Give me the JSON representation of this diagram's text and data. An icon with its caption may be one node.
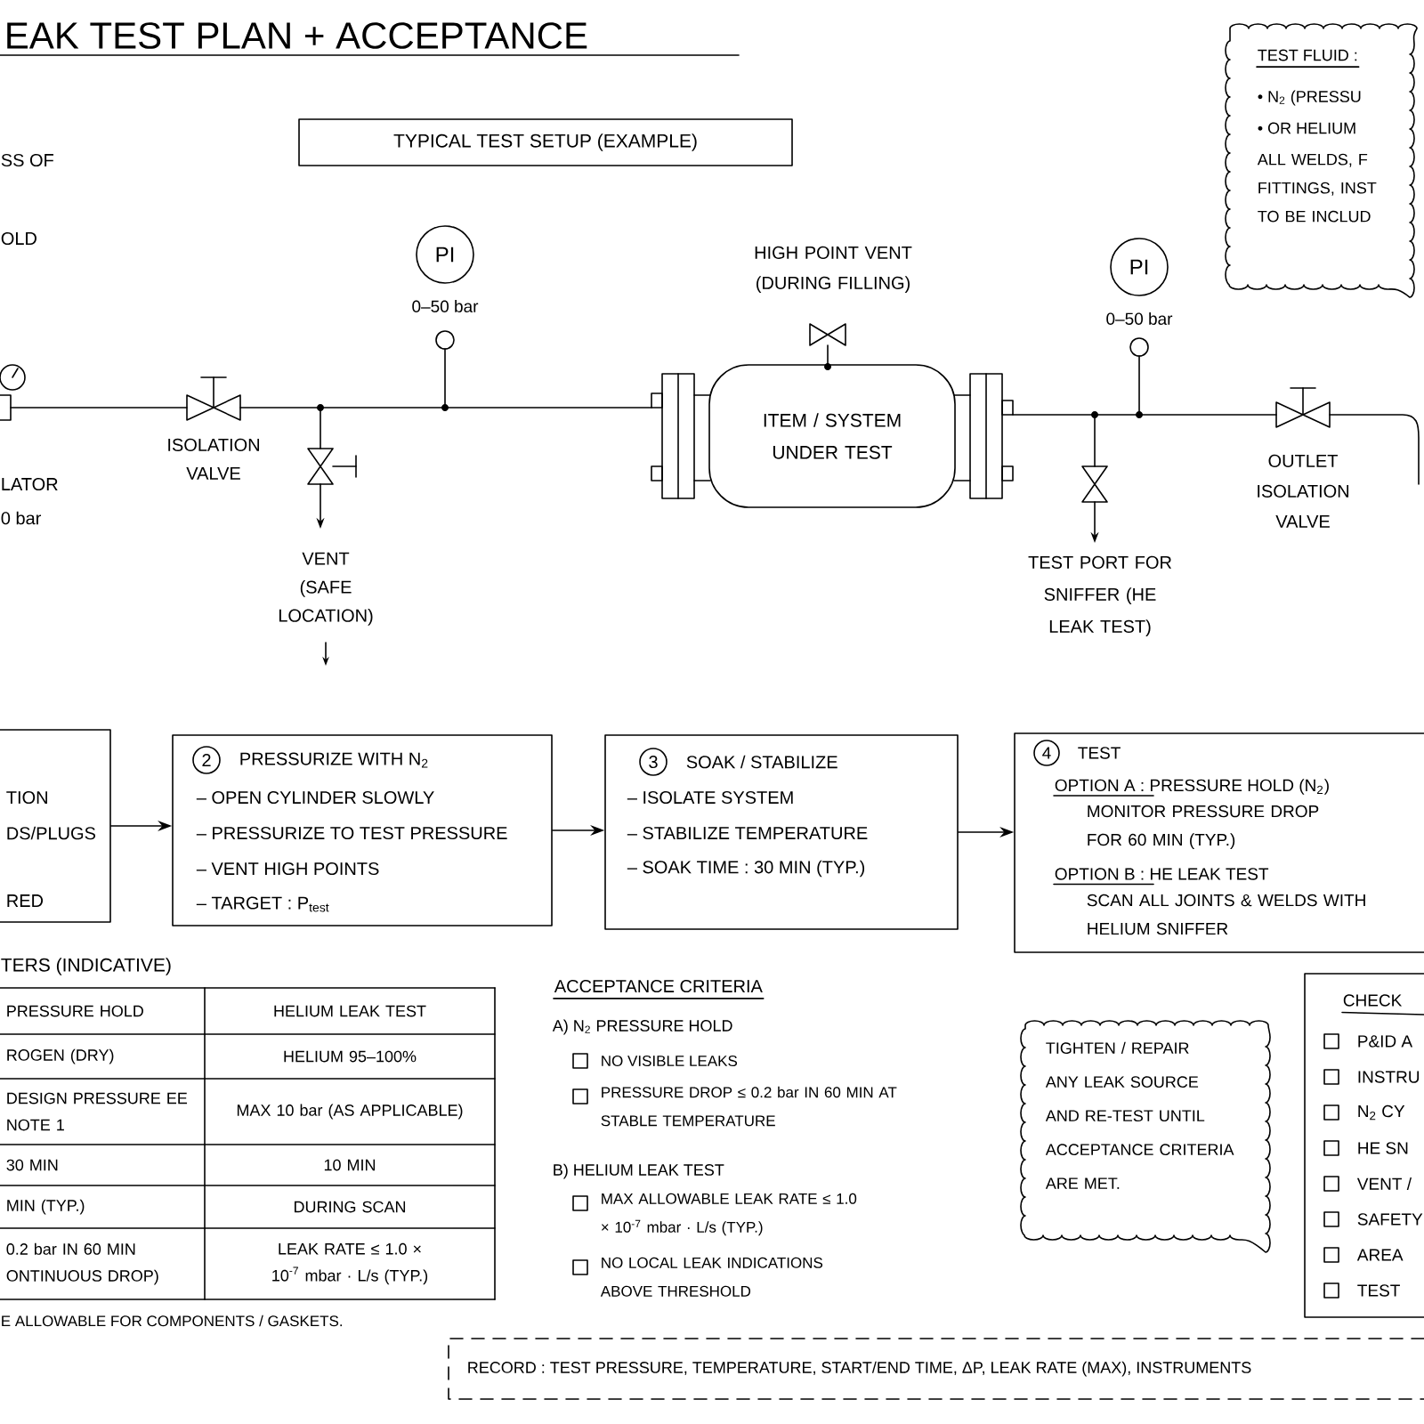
{
  "diagram": {
    "title": "EAK TEST PLAN + ACCEPTANCE",
    "nodes": [
      {
        "text": [
          "TYPICAL TEST SETUP (EXAMPLE)"
        ]
      },
      {
        "text": [
          "PI"
        ],
        "beside": [
          "0–50 bar"
        ]
      },
      {
        "text": [
          "ITEM / SYSTEM UNDER TEST"
        ]
      },
      {
        "text": [
          "PI"
        ],
        "beside": [
          "0–50 bar"
        ]
      },
      {
        "text": [
          "TEST FLUID :",
          "• N$_{2}$ (PRESSU",
          "• OR HELIUM",
          "ALL WELDS, F FITTINGS, INST TO BE INCLUD"
        ]
      },
      {
        "text": [
          "TION",
          "DS/PLUGS",
          "RED"
        ]
      },
      {
        "text": [
          "2",
          "PRESSURIZE WITH N$_{2}$",
          "– OPEN CYLINDER SLOWLY",
          "– PRESSURIZE TO TEST PRESSURE",
          "– VENT HIGH POINTS",
          "– TARGET :  P$_{test}$"
        ]
      },
      {
        "text": [
          "3",
          "SOAK / STABILIZE",
          "– ISOLATE SYSTEM",
          "– STABILIZE TEMPERATURE",
          "– SOAK TIME :  30 MIN (TYP.)"
        ]
      },
      {
        "text": [
          "4",
          "TEST",
          "OPTION A : PRESSURE HOLD (N$_{2}$)",
          "MONITOR PRESSURE DROP FOR 60 MIN (TYP.)",
          "OPTION B :  HE LEAK TEST",
          "SCAN ALL JOINTS & WELDS WITH HELIUM SNIFFER"
        ]
      },
      {
        "text": [
          "TIGHTEN / REPAIR ANY LEAK SOURCE AND RE-TEST UNTIL ACCEPTANCE CRITERIA ARE MET."
        ]
      },
      {
        "text": [
          "CHECK",
          "P&ID A",
          "INSTRU",
          "N$_{2}$ CY",
          "HE SN",
          "VENT /",
          "SAFETY",
          "AREA",
          "TEST"
        ]
      },
      {
        "text": [
          "RECORD :  TEST PRESSURE, TEMPERATURE, START/END TIME, ΔP, LEAK RATE (MAX), INSTRUMENTS"
        ]
      }
    ],
    "edges": [
      {
        "from": 5,
        "to": 6,
        "arrow": "to"
      },
      {
        "from": 6,
        "to": 7,
        "arrow": "to"
      },
      {
        "from": 7,
        "to": 8,
        "arrow": "to"
      }
    ],
    "labels": [
      "SS OF",
      "OLD",
      "LATOR",
      "0 bar",
      "ISOLATION VALVE",
      "VENT (SAFE LOCATION)",
      "HIGH POINT VENT (DURING FILLING)",
      "TEST PORT FOR SNIFFER (HE LEAK TEST)",
      "OUTLET ISOLATION VALVE",
      "TERS (INDICATIVE)",
      "PRESSURE HOLD",
      "HELIUM LEAK TEST",
      "ROGEN (DRY)",
      "HELIUM 95–100%",
      "DESIGN PRESSURE EE NOTE 1",
      "MAX 10 bar (AS APPLICABLE)",
      "30 MIN",
      "10 MIN",
      "MIN (TYP.)",
      "DURING SCAN",
      "0.2 bar IN 60 MIN ONTINUOUS DROP)",
      "LEAK RATE ≤ 1.0 × 10$^{-7}$ mbar · L/s (TYP.)",
      "E ALLOWABLE FOR COMPONENTS / GASKETS.",
      "ACCEPTANCE CRITERIA",
      "A) N$_{2}$ PRESSURE HOLD",
      "NO VISIBLE LEAKS",
      "PRESSURE DROP ≤ 0.2 bar IN 60 MIN AT STABLE TEMPERATURE",
      "B) HELIUM LEAK TEST",
      "MAX ALLOWABLE LEAK RATE ≤ 1.0 × 10$^{-7}$ mbar · L/s (TYP.)",
      "NO LOCAL LEAK INDICATIONS ABOVE THRESHOLD"
    ]
  }
}
